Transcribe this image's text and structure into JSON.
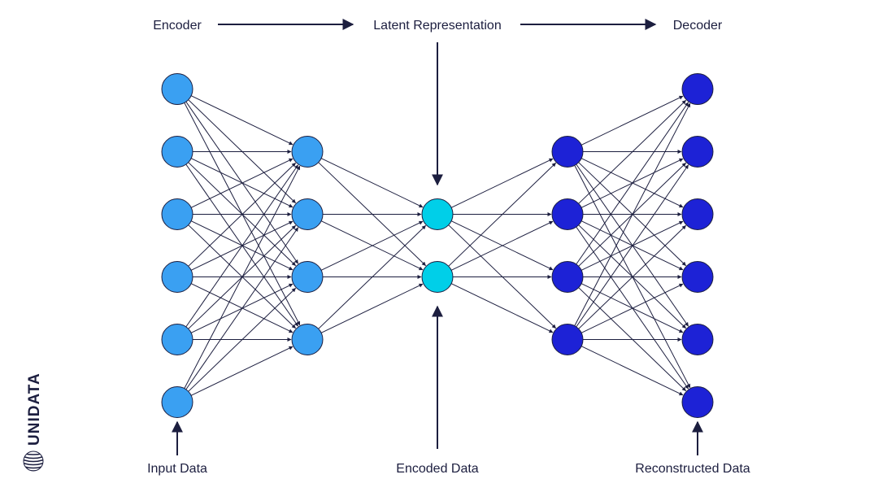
{
  "colors": {
    "edge": "#1c1e3f",
    "arrow": "#1c1e3f",
    "label": "#1c1e3f",
    "node_input": "#3aa0f2",
    "node_hidden": "#3aa0f2",
    "node_latent": "#00cfe8",
    "node_decoder": "#1d22d6",
    "node_stroke": "#1c1e3f",
    "brand": "#1c1e3f"
  },
  "labels": {
    "encoder": "Encoder",
    "latent": "Latent Representation",
    "decoder": "Decoder",
    "input": "Input Data",
    "encoded": "Encoded Data",
    "reconstructed": "Reconstructed Data"
  },
  "brand": {
    "name": "UNIDATA",
    "logo_icon": "striped-globe-icon"
  },
  "network": {
    "layers": [
      {
        "name": "input-layer",
        "nodes": 6,
        "color_key": "node_input"
      },
      {
        "name": "encoder-hidden-layer",
        "nodes": 4,
        "color_key": "node_hidden"
      },
      {
        "name": "latent-layer",
        "nodes": 2,
        "color_key": "node_latent"
      },
      {
        "name": "decoder-hidden-layer",
        "nodes": 4,
        "color_key": "node_decoder"
      },
      {
        "name": "output-layer",
        "nodes": 6,
        "color_key": "node_decoder"
      }
    ],
    "connectivity": "fully-connected"
  }
}
